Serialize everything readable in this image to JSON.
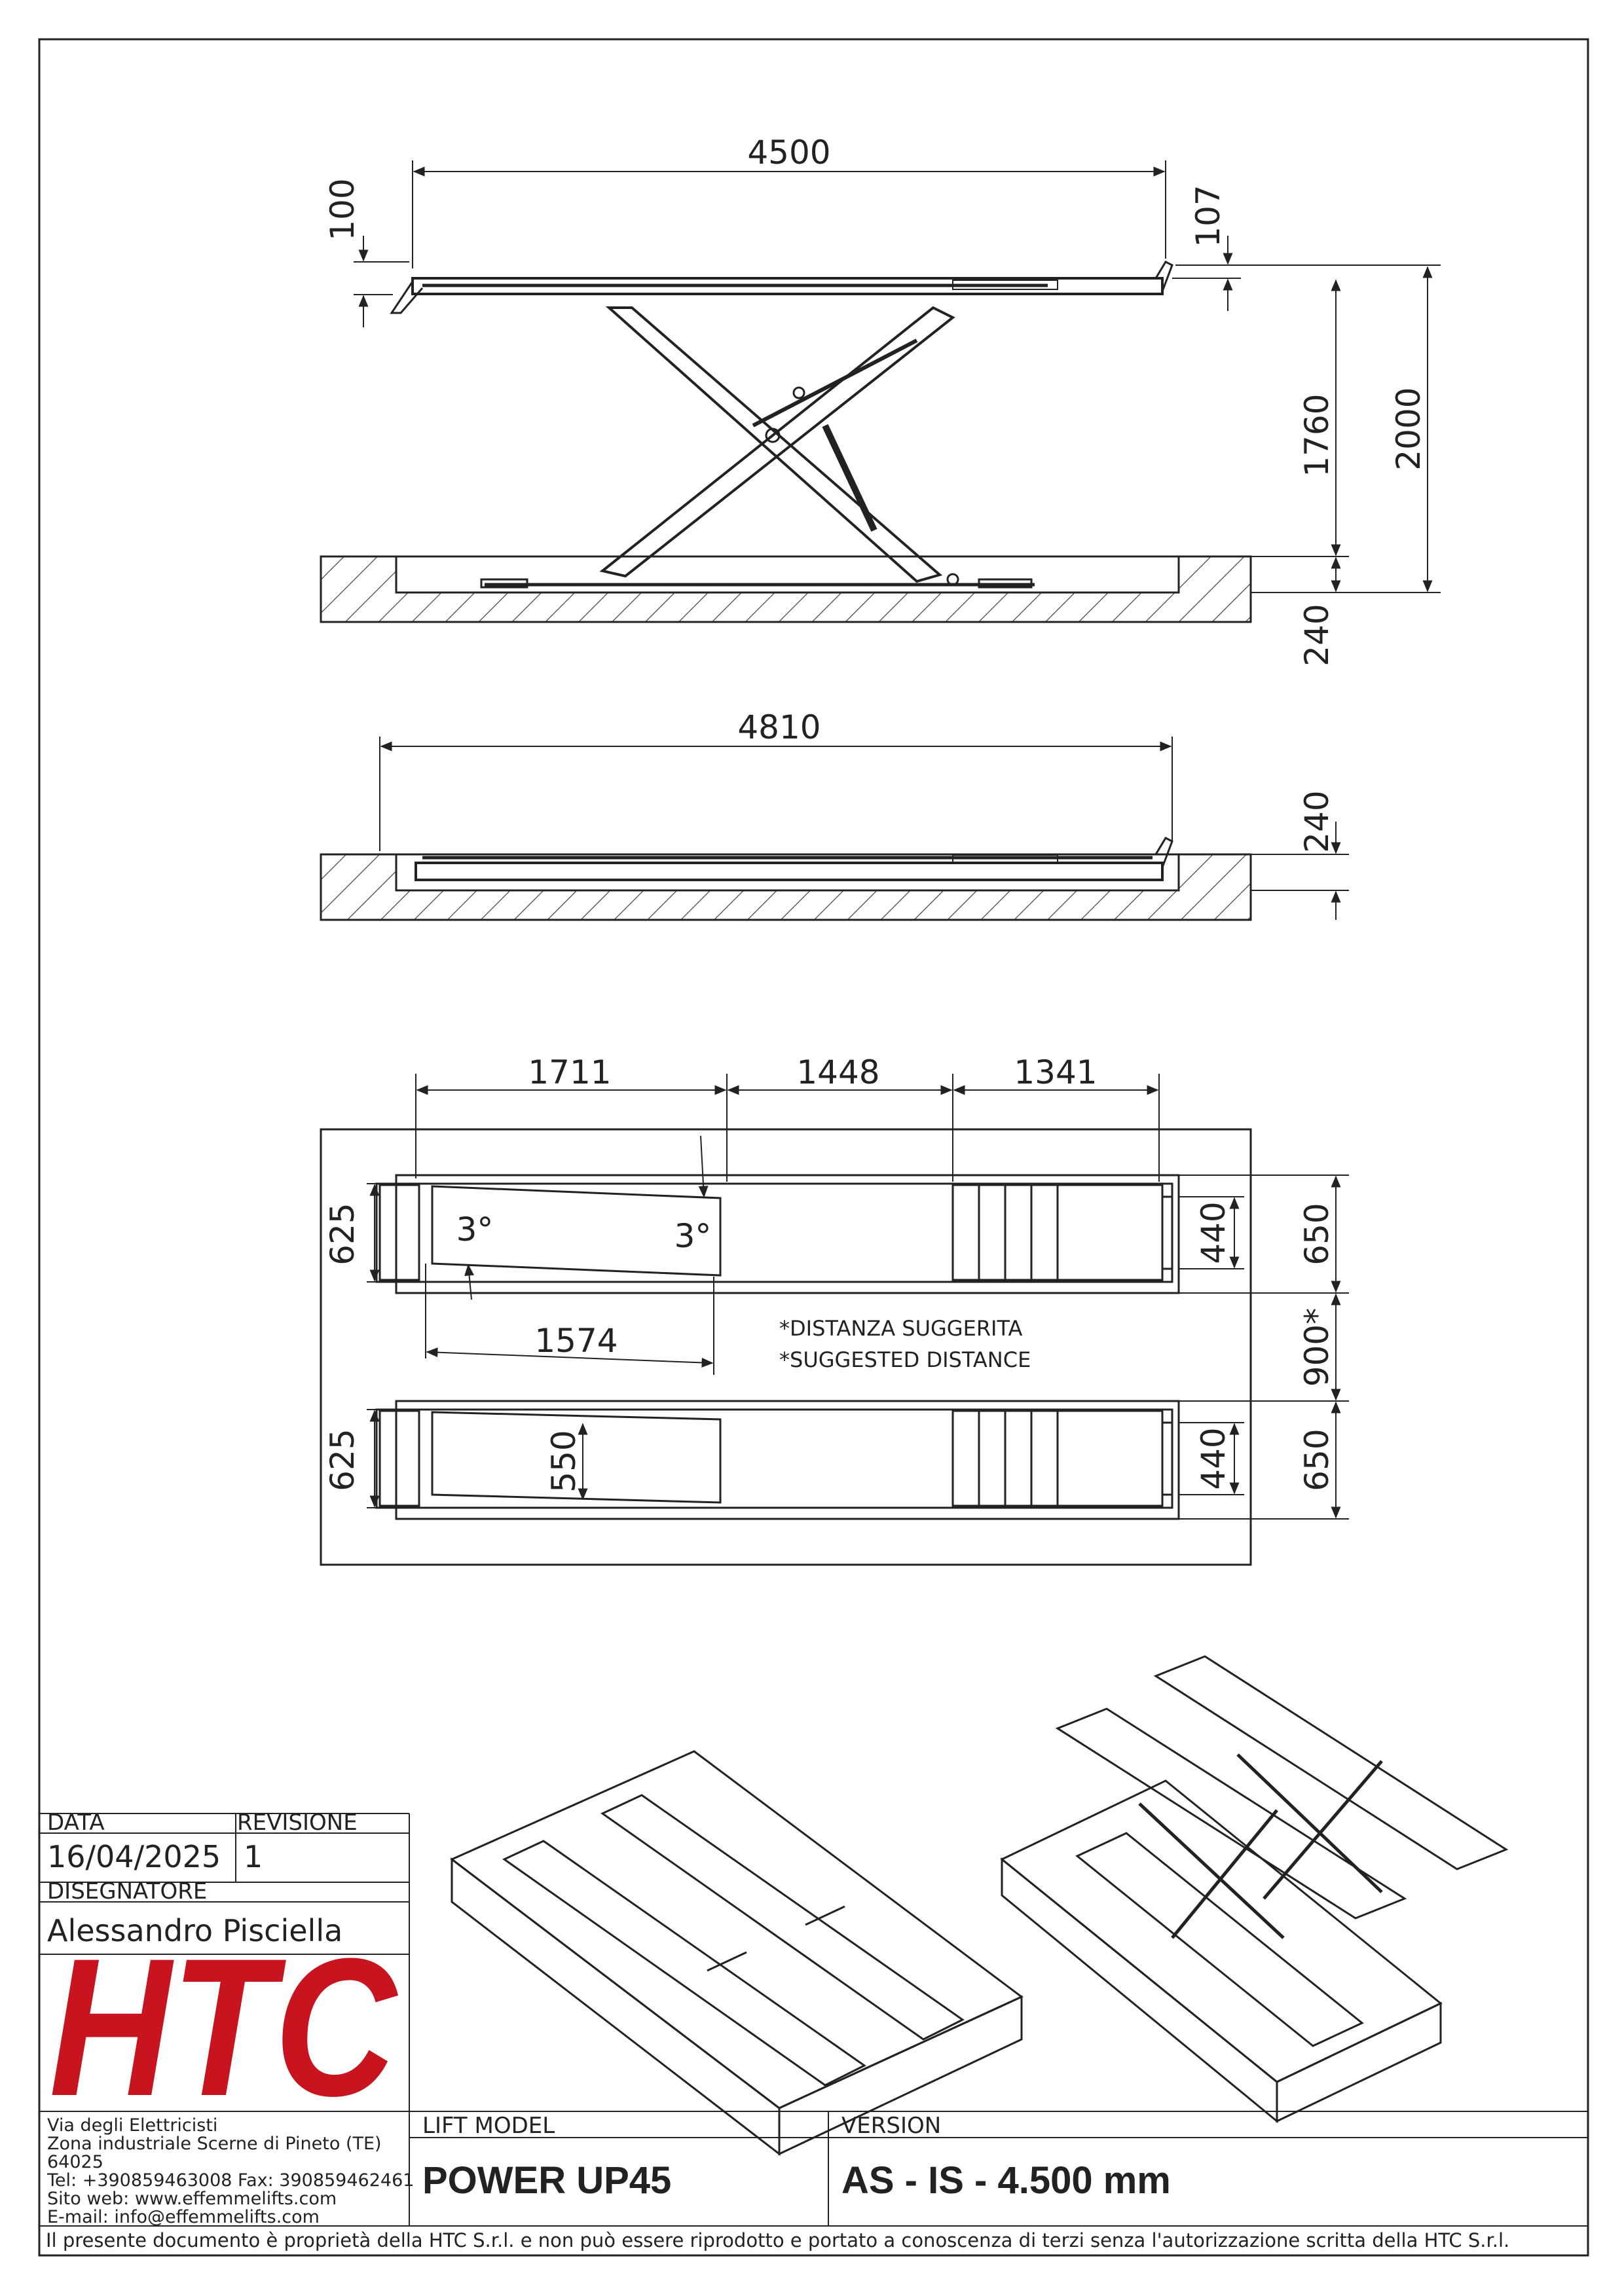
{
  "views": {
    "side_raised": {
      "overall_length": "4500",
      "ramp_height": "100",
      "stop_height": "107",
      "lift_height": "1760",
      "total_height": "2000",
      "pit_depth": "240"
    },
    "side_lowered": {
      "pit_length": "4810",
      "pit_depth": "240"
    },
    "plan": {
      "segment_1": "1711",
      "segment_2": "1448",
      "segment_3": "1341",
      "platform_width_1": "625",
      "platform_width_2": "625",
      "angle_1": "3°",
      "angle_2": "3°",
      "plate_length": "1574",
      "plate_width": "550",
      "inner_width_1": "440",
      "inner_width_2": "440",
      "outer_width_1": "650",
      "outer_width_2": "650",
      "spacing": "900*",
      "note_it": "*DISTANZA SUGGERITA",
      "note_en": "*SUGGESTED DISTANCE"
    }
  },
  "title_block": {
    "date_label": "DATA",
    "date_value": "16/04/2025",
    "revision_label": "REVISIONE",
    "revision_value": "1",
    "designer_label": "DISEGNATORE",
    "designer_value": "Alessandro Pisciella",
    "logo_text": "HTC",
    "address_lines": [
      "Via degli Elettricisti",
      "Zona industriale Scerne di Pineto (TE)",
      "64025",
      "Tel: +390859463008 Fax: 390859462461",
      "Sito web: www.effemmelifts.com",
      "E-mail: info@effemmelifts.com"
    ],
    "model_label": "LIFT MODEL",
    "model_value": "POWER UP45",
    "version_label": "VERSION",
    "version_value": "AS - IS - 4.500 mm",
    "footer": "Il presente documento è proprietà della HTC S.r.l. e non può essere riprodotto e portato a conoscenza di terzi senza l'autorizzazione scritta della HTC S.r.l."
  },
  "colors": {
    "line": "#222222",
    "logo_red": "#c8141e"
  }
}
